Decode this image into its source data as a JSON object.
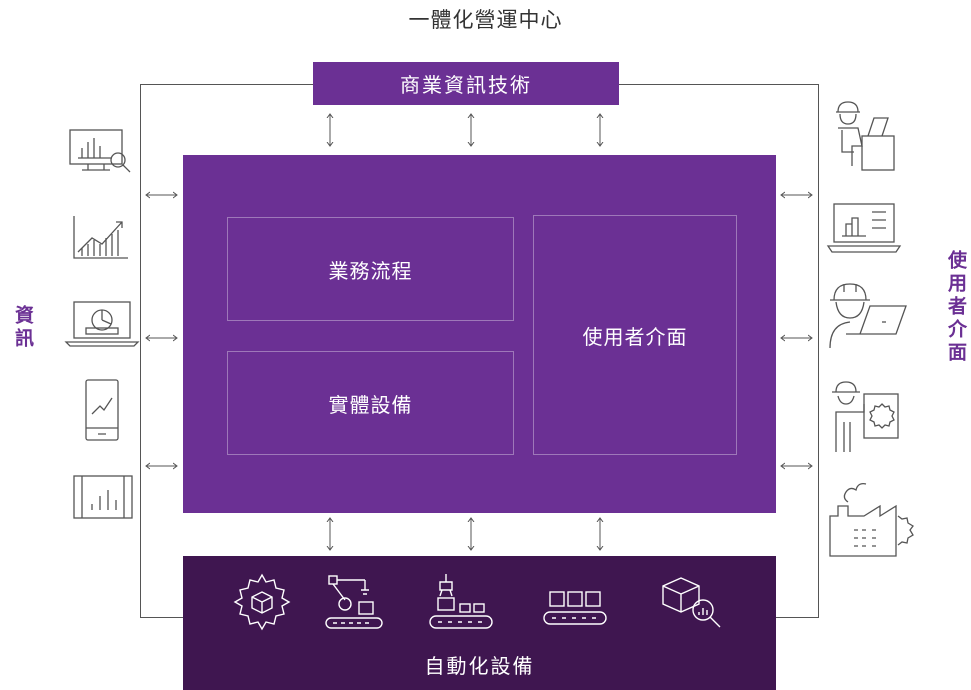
{
  "title": "一體化營運中心",
  "top_bar": {
    "label": "商業資訊技術"
  },
  "core": {
    "box_business": "業務流程",
    "box_physical": "實體設備",
    "box_ui": "使用者介面"
  },
  "bottom_bar": {
    "label": "自動化設備"
  },
  "left_label": "資訊",
  "right_label": "使用者介面",
  "left_icons": [
    "chart-search-icon",
    "growth-chart-icon",
    "laptop-pie-icon",
    "phone-trend-icon",
    "tablet-bars-icon"
  ],
  "right_icons": [
    "worker-desk-icon",
    "laptop-dashboard-icon",
    "worker-laptop-icon",
    "worker-gear-panel-icon",
    "factory-gear-icon"
  ],
  "bottom_icons": [
    "gear-box-icon",
    "robot-arm-conveyor-icon",
    "crane-conveyor-icon",
    "conveyor-boxes-icon",
    "box-inspect-icon"
  ],
  "colors": {
    "purple": "#6b3094",
    "dark_purple": "#3f1650",
    "line": "#555555"
  }
}
